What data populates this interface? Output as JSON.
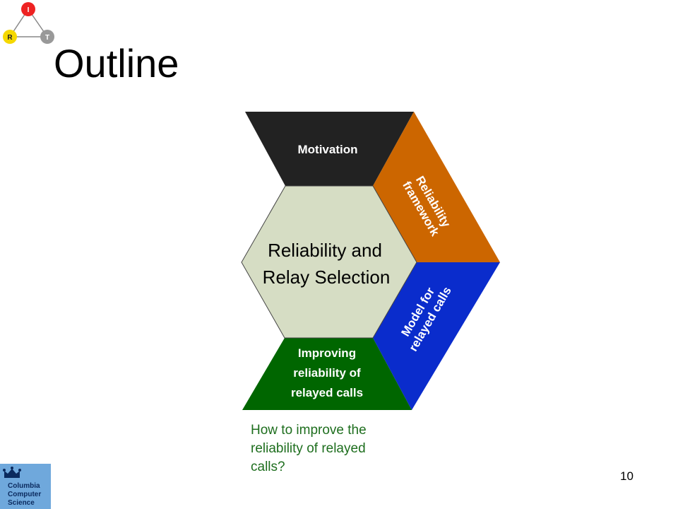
{
  "slide": {
    "title": "Outline",
    "page_number": "10",
    "colors": {
      "motivation": "#222222",
      "framework": "#cc6600",
      "model": "#0a2ccc",
      "improving": "#006600",
      "center": "#d6ddc4",
      "note_text": "#1e6e1e"
    }
  },
  "logo": {
    "top_letter": "I",
    "left_letter": "R",
    "right_letter": "T",
    "top_color": "#ee2222",
    "left_color": "#f5d800",
    "right_color": "#999999"
  },
  "diagram": {
    "motivation": "Motivation",
    "framework_line1": "Reliability",
    "framework_line2": "framework",
    "model_line1": "Model for",
    "model_line2": "relayed calls",
    "improving_line1": "Improving",
    "improving_line2": "reliability of",
    "improving_line3": "relayed calls",
    "center_line1": "Reliability and",
    "center_line2": "Relay Selection"
  },
  "note": {
    "line1": "How to improve the",
    "line2": "reliability of relayed",
    "line3": "calls?"
  },
  "footer_logo": {
    "line1": "Columbia",
    "line2": "Computer",
    "line3": "Science"
  }
}
